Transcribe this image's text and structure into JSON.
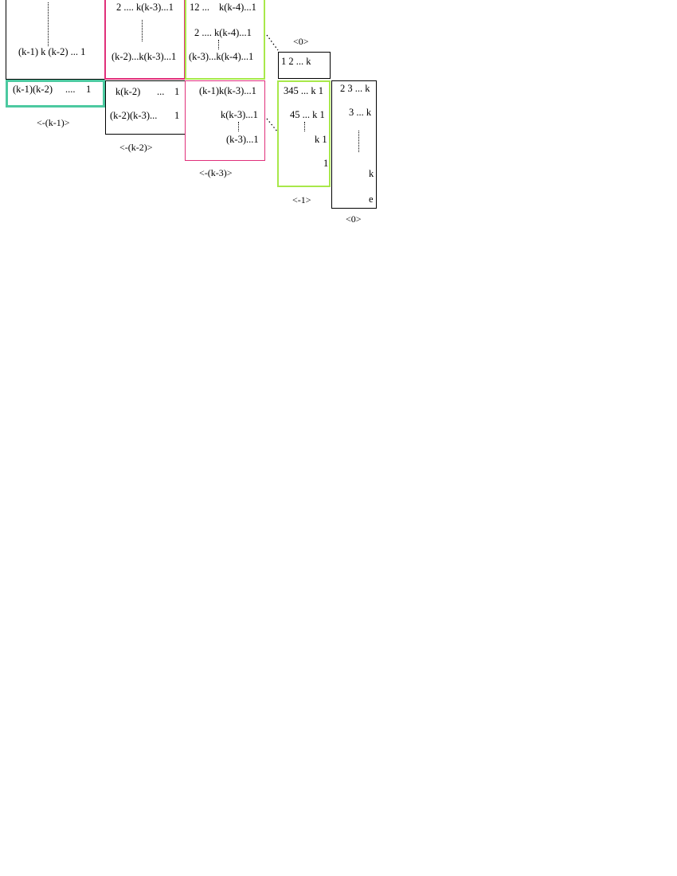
{
  "colors": {
    "black": "#000000",
    "magenta": "#e0307a",
    "lime": "#a8e84a",
    "teal": "#4cc9a0"
  },
  "col1": {
    "top_box": {
      "row_last": "(k-1) k (k-2) ... 1"
    },
    "bottom_box": {
      "row1_a": "(k-1)(k-2)",
      "row1_b": "....",
      "row1_c": "1"
    },
    "caption": "<-(k-1)>"
  },
  "col2": {
    "top_box": {
      "row1": "2  .... k(k-3)...1",
      "row_last": "(k-2)...k(k-3)...1"
    },
    "bottom_box": {
      "row1_a": "k(k-2)",
      "row1_b": "...",
      "row1_c": "1",
      "row2_a": "(k-2)(k-3)...",
      "row2_b": "1"
    },
    "caption": "<-(k-2)>"
  },
  "col3": {
    "top_box": {
      "row1_a": "12 ...",
      "row1_b": "k(k-4)...1",
      "row2": "2  .... k(k-4)...1",
      "row_last": "(k-3)...k(k-4)...1"
    },
    "bottom_box": {
      "row1": "(k-1)k(k-3)...1",
      "row2": "k(k-3)...1",
      "row_last": "(k-3)...1"
    },
    "caption": "<-(k-3)>"
  },
  "col4": {
    "top_caption": "<0>",
    "top_box": {
      "row1": "1 2 ... k"
    },
    "bottom_box": {
      "row1": "345 ... k 1",
      "row2": "45 ... k 1",
      "row3": "k 1",
      "row4": "1"
    },
    "caption": "<-1>"
  },
  "col5": {
    "box": {
      "row1": "2 3 ... k",
      "row2": "3 ... k",
      "row3": "k",
      "row4": "e"
    },
    "caption": "<0>"
  }
}
